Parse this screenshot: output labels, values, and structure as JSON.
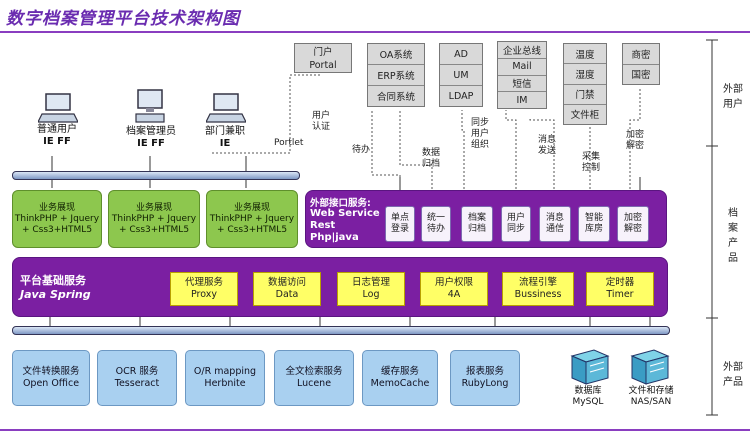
{
  "title": "数字档案管理平台技术架构图",
  "top_systems": [
    {
      "lines": [
        "门户",
        "Portal"
      ]
    },
    {
      "lines": [
        "OA系统",
        "ERP系统",
        "合同系统"
      ]
    },
    {
      "lines": [
        "AD",
        "UM",
        "LDAP"
      ]
    },
    {
      "lines": [
        "企业总线",
        "Mail",
        "短信",
        "IM"
      ]
    },
    {
      "lines": [
        "温度",
        "湿度",
        "门禁",
        "文件柜"
      ]
    },
    {
      "lines": [
        "商密",
        "国密"
      ]
    }
  ],
  "connector_labels": {
    "portlet": "Portlet",
    "user_auth": [
      "用户",
      "认证"
    ],
    "todo": "待办",
    "data_archive": [
      "数据",
      "归档"
    ],
    "sync": [
      "同步",
      "用户",
      "组织"
    ],
    "message": [
      "消息",
      "发送"
    ],
    "collect": [
      "采集",
      "控制"
    ],
    "encrypt": [
      "加密",
      "解密"
    ]
  },
  "users": [
    {
      "name": "普通用户",
      "browser": "IE FF"
    },
    {
      "name": "档案管理员",
      "browser": "IE FF"
    },
    {
      "name": "部门兼职",
      "browser": "IE"
    }
  ],
  "business_display": [
    {
      "title": "业务展现",
      "line1": "ThinkPHP + Jquery",
      "line2": "+ Css3+HTML5"
    },
    {
      "title": "业务展现",
      "line1": "ThinkPHP + Jquery",
      "line2": "+ Css3+HTML5"
    },
    {
      "title": "业务展现",
      "line1": "ThinkPHP + Jquery",
      "line2": "+ Css3+HTML5"
    }
  ],
  "external_interface": {
    "title": "外部接口服务:",
    "tech1": "Web Service",
    "tech2": "Rest",
    "tech3": "Php|java",
    "modules": [
      [
        "单点",
        "登录"
      ],
      [
        "统一",
        "待办"
      ],
      [
        "档案",
        "归档"
      ],
      [
        "用户",
        "同步"
      ],
      [
        "消息",
        "通信"
      ],
      [
        "智能",
        "库房"
      ],
      [
        "加密",
        "解密"
      ]
    ]
  },
  "platform": {
    "title": "平台基础服务",
    "subtitle": "Java Spring",
    "services": [
      {
        "cn": "代理服务",
        "en": "Proxy"
      },
      {
        "cn": "数据访问",
        "en": "Data"
      },
      {
        "cn": "日志管理",
        "en": "Log"
      },
      {
        "cn": "用户权限",
        "en": "4A"
      },
      {
        "cn": "流程引擎",
        "en": "Bussiness"
      },
      {
        "cn": "定时器",
        "en": "Timer"
      }
    ]
  },
  "external_products": [
    {
      "cn": "文件转换服务",
      "en": "Open Office"
    },
    {
      "cn": "OCR 服务",
      "en": "Tesseract"
    },
    {
      "cn": "O/R mapping",
      "en": "Herbnite"
    },
    {
      "cn": "全文检索服务",
      "en": "Lucene"
    },
    {
      "cn": "缓存服务",
      "en": "MemoCache"
    },
    {
      "cn": "报表服务",
      "en": "RubyLong"
    }
  ],
  "storage": [
    {
      "cn": "数据库",
      "en": "MySQL"
    },
    {
      "cn": "文件和存储",
      "en": "NAS/SAN"
    }
  ],
  "right_labels": {
    "external_users": [
      "外部",
      "用户"
    ],
    "archive_product": [
      "档",
      "案",
      "产",
      "品"
    ],
    "external_product": [
      "外部",
      "产品"
    ]
  },
  "colors": {
    "purple": "#7b1fa2",
    "green": "#8dc74e",
    "yellow": "#ffff66",
    "blue": "#a9d0f0",
    "grey": "#d9d9d9"
  }
}
